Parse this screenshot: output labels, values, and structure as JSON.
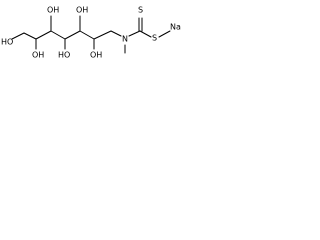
{
  "molecule": {
    "labels": {
      "oh1": "HO",
      "oh2": "OH",
      "oh3": "OH",
      "oh4": "HO",
      "oh5": "OH",
      "n": "N",
      "s1": "S",
      "s2": "S",
      "na": "Na"
    },
    "colors": {
      "line": "#000000",
      "text": "#000000",
      "background": "#ffffff"
    }
  }
}
